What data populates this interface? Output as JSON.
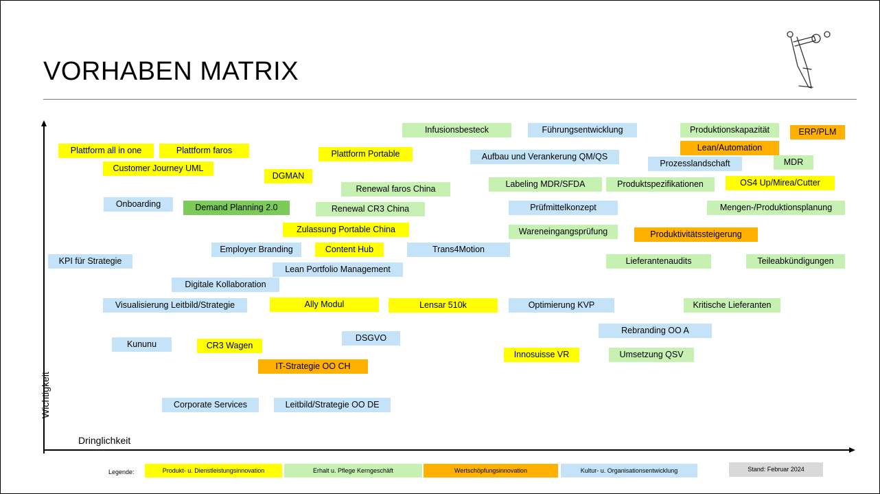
{
  "title": "VORHABEN MATRIX",
  "axes": {
    "y_label": "Wichtigkeit",
    "x_label": "Dringlichkeit"
  },
  "colors": {
    "produkt": "#ffff00",
    "erhalt": "#c7f0b3",
    "wertschoepfung": "#ffb000",
    "kultur": "#c5e3f8",
    "highlight": "#7ccb5a"
  },
  "projects": [
    {
      "label": "Infusionsbesteck",
      "category": "erhalt"
    },
    {
      "label": "Führungsentwicklung",
      "category": "kultur"
    },
    {
      "label": "Produktionskapazität",
      "category": "erhalt"
    },
    {
      "label": "ERP/PLM",
      "category": "wertschoepfung"
    },
    {
      "label": "Lean/Automation",
      "category": "wertschoepfung"
    },
    {
      "label": "Plattform all in one",
      "category": "produkt"
    },
    {
      "label": "Plattform faros",
      "category": "produkt"
    },
    {
      "label": "Plattform Portable",
      "category": "produkt"
    },
    {
      "label": "Aufbau und Verankerung QM/QS",
      "category": "kultur"
    },
    {
      "label": "Prozesslandschaft",
      "category": "kultur"
    },
    {
      "label": "MDR",
      "category": "erhalt"
    },
    {
      "label": "Customer Journey UML",
      "category": "produkt"
    },
    {
      "label": "DGMAN",
      "category": "produkt"
    },
    {
      "label": "Labeling MDR/SFDA",
      "category": "erhalt"
    },
    {
      "label": "Produktspezifikationen",
      "category": "erhalt"
    },
    {
      "label": "OS4 Up/Mirea/Cutter",
      "category": "produkt"
    },
    {
      "label": "Renewal faros China",
      "category": "erhalt"
    },
    {
      "label": "Onboarding",
      "category": "kultur"
    },
    {
      "label": "Demand  Planning 2.0",
      "category": "highlight"
    },
    {
      "label": "Renewal CR3 China",
      "category": "erhalt"
    },
    {
      "label": "Prüfmittelkonzept",
      "category": "kultur"
    },
    {
      "label": "Mengen-/Produktionsplanung",
      "category": "erhalt"
    },
    {
      "label": "Zulassung Portable China",
      "category": "produkt"
    },
    {
      "label": "Wareneingangsprüfung",
      "category": "erhalt"
    },
    {
      "label": "Produktivitätssteigerung",
      "category": "wertschoepfung"
    },
    {
      "label": "Employer Branding",
      "category": "kultur"
    },
    {
      "label": "Content Hub",
      "category": "produkt"
    },
    {
      "label": "Trans4Motion",
      "category": "kultur"
    },
    {
      "label": "KPI für Strategie",
      "category": "kultur"
    },
    {
      "label": "Lean Portfolio Management",
      "category": "kultur"
    },
    {
      "label": "Lieferantenaudits",
      "category": "erhalt"
    },
    {
      "label": "Teileabkündigungen",
      "category": "erhalt"
    },
    {
      "label": "Digitale Kollaboration",
      "category": "kultur"
    },
    {
      "label": "Visualisierung Leitbild/Strategie",
      "category": "kultur"
    },
    {
      "label": "Ally Modul",
      "category": "produkt"
    },
    {
      "label": "Lensar 510k",
      "category": "produkt"
    },
    {
      "label": "Optimierung KVP",
      "category": "kultur"
    },
    {
      "label": "Kritische Lieferanten",
      "category": "erhalt"
    },
    {
      "label": "Rebranding OO A",
      "category": "kultur"
    },
    {
      "label": "DSGVO",
      "category": "kultur"
    },
    {
      "label": "Kununu",
      "category": "kultur"
    },
    {
      "label": "CR3 Wagen",
      "category": "produkt"
    },
    {
      "label": "Innosuisse VR",
      "category": "produkt"
    },
    {
      "label": "Umsetzung QSV",
      "category": "erhalt"
    },
    {
      "label": "IT-Strategie OO CH",
      "category": "wertschoepfung"
    },
    {
      "label": "Corporate Services",
      "category": "kultur"
    },
    {
      "label": "Leitbild/Strategie OO DE",
      "category": "kultur"
    }
  ],
  "legend": {
    "label": "Legende:",
    "items": [
      {
        "label": "Produkt- u. Dienstleistungsinnovation",
        "category": "produkt"
      },
      {
        "label": "Erhalt u. Pflege Kerngeschäft",
        "category": "erhalt"
      },
      {
        "label": "Wertschöpfungsinnovation",
        "category": "wertschoepfung"
      },
      {
        "label": "Kultur- u. Organisationsentwicklung",
        "category": "kultur"
      }
    ]
  },
  "stand": "Stand: Februar 2024"
}
